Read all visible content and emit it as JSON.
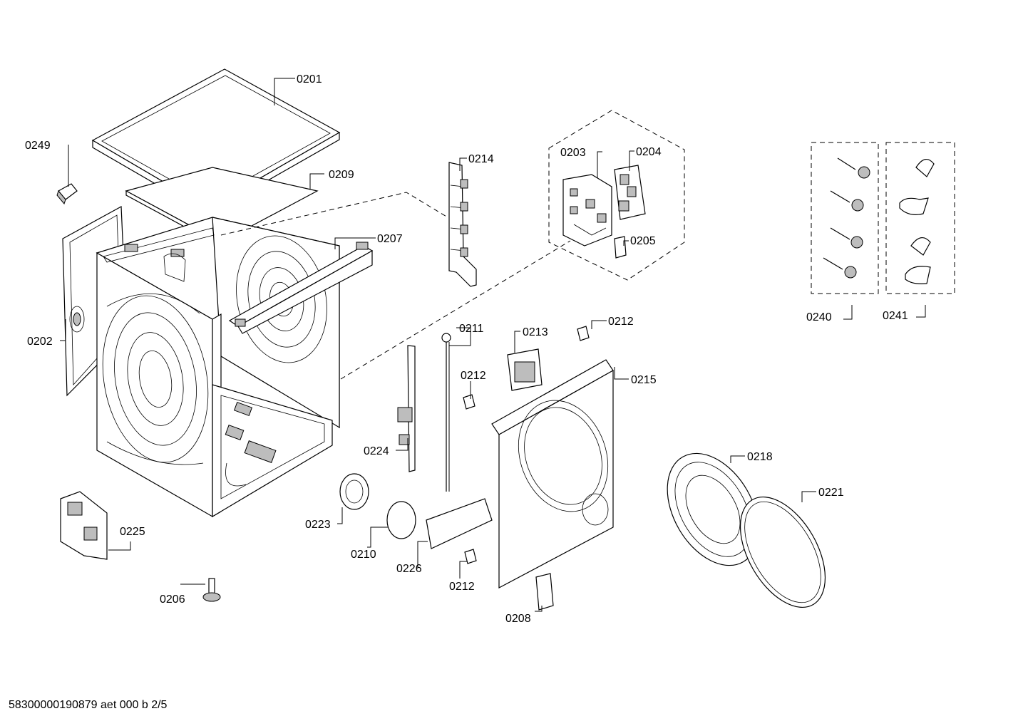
{
  "footer": {
    "doc_id": "58300000190879 aet 000 b 2/5"
  },
  "labels": {
    "p0201": "0201",
    "p0202": "0202",
    "p0203": "0203",
    "p0204": "0204",
    "p0205": "0205",
    "p0206": "0206",
    "p0207": "0207",
    "p0208": "0208",
    "p0209": "0209",
    "p0210": "0210",
    "p0211": "0211",
    "p0212a": "0212",
    "p0212b": "0212",
    "p0212c": "0212",
    "p0213": "0213",
    "p0214": "0214",
    "p0215": "0215",
    "p0218": "0218",
    "p0221": "0221",
    "p0223": "0223",
    "p0224": "0224",
    "p0225": "0225",
    "p0226": "0226",
    "p0240": "0240",
    "p0241": "0241",
    "p0249": "0249"
  }
}
